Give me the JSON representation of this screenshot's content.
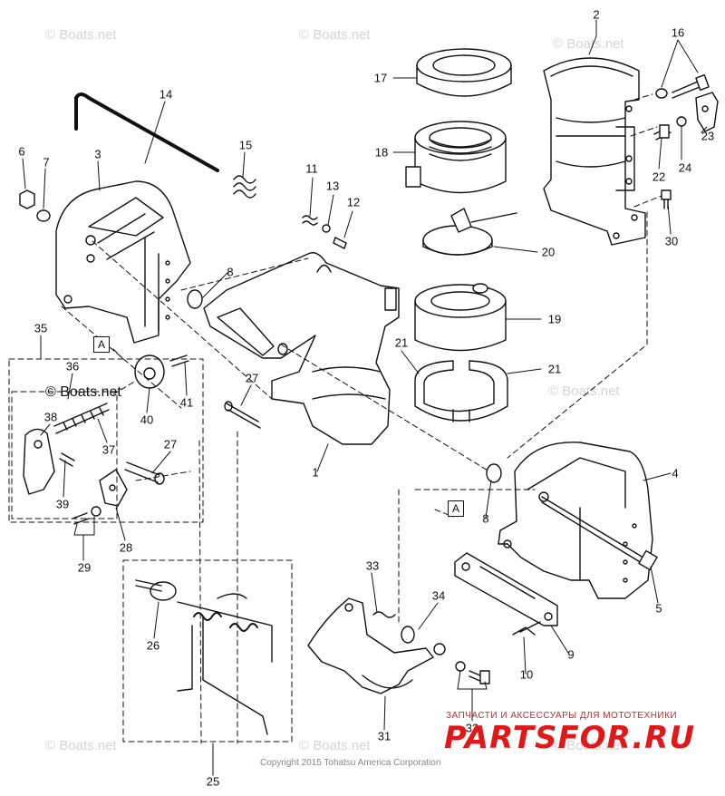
{
  "watermark": {
    "text": "© Boats.net",
    "color": "#d4d4d4"
  },
  "boxed_labels": [
    "A",
    "A"
  ],
  "callouts": [
    "1",
    "2",
    "3",
    "4",
    "5",
    "6",
    "7",
    "8",
    "8",
    "9",
    "10",
    "11",
    "12",
    "13",
    "14",
    "15",
    "16",
    "17",
    "18",
    "19",
    "20",
    "21",
    "21",
    "22",
    "23",
    "24",
    "25",
    "26",
    "27",
    "27",
    "28",
    "29",
    "30",
    "31",
    "32",
    "33",
    "34",
    "35",
    "36",
    "37",
    "38",
    "39",
    "40",
    "41"
  ],
  "inline_watermark": "© Boats.net",
  "copyright": "Copyright 2015 Tohatsu America Corporation",
  "brand": {
    "tagline": "ЗАПЧАСТИ И АКСЕССУАРЫ ДЛЯ МОТОТЕХНИКИ",
    "logo": "PARTSFOR.RU",
    "color": "#e01818"
  }
}
